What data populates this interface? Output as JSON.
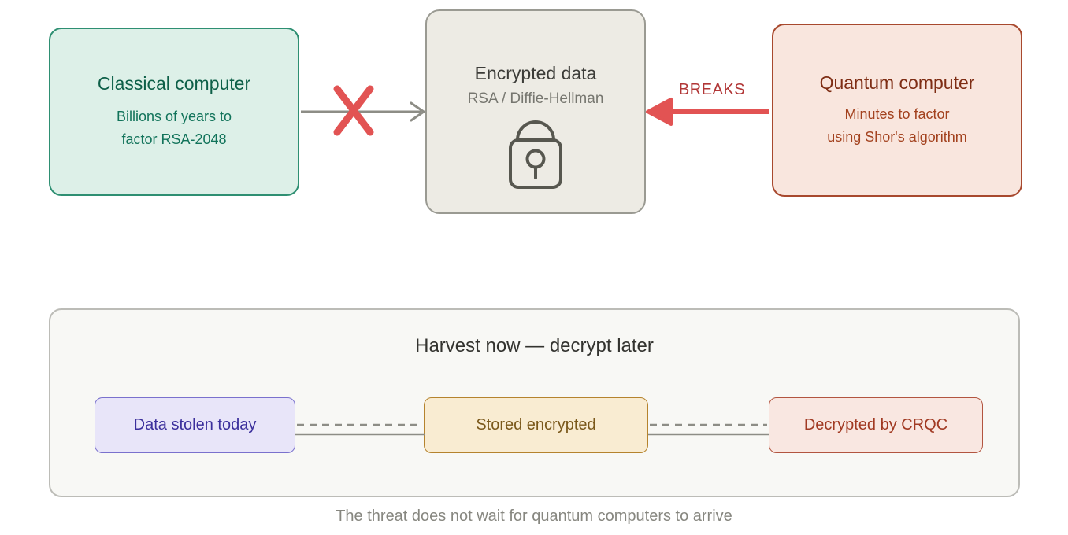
{
  "diagram": {
    "top_row": {
      "classical": {
        "title": "Classical computer",
        "subtitle_line1": "Billions of years to",
        "subtitle_line2": "factor RSA-2048"
      },
      "encrypted": {
        "title": "Encrypted data",
        "subtitle": "RSA / Diffie-Hellman",
        "icon": "lock-icon"
      },
      "quantum": {
        "title": "Quantum computer",
        "subtitle_line1": "Minutes to factor",
        "subtitle_line2": "using Shor's algorithm"
      },
      "blocked_arrow": {
        "icon": "x-mark-icon",
        "direction": "left-to-center"
      },
      "breaks_arrow": {
        "label": "BREAKS",
        "direction": "right-to-center"
      }
    },
    "harvest_panel": {
      "title": "Harvest now — decrypt later",
      "steps": [
        {
          "label": "Data stolen today"
        },
        {
          "label": "Stored encrypted"
        },
        {
          "label": "Decrypted by CRQC"
        }
      ]
    },
    "caption": "The threat does not wait for quantum computers to arrive",
    "colors": {
      "classical_bg": "#ddf0e8",
      "classical_border": "#2e8f72",
      "classical_text": "#0d5f48",
      "encrypted_bg": "#edebe4",
      "encrypted_border": "#9a9a92",
      "encrypted_title": "#3c3c38",
      "encrypted_subtitle": "#76766f",
      "quantum_bg": "#f9e6de",
      "quantum_border": "#a8492e",
      "quantum_title": "#7e2d14",
      "quantum_subtitle": "#a3421f",
      "arrow_gray": "#8d8d86",
      "arrow_red": "#e25353",
      "breaks_label": "#b13636",
      "panel_bg": "#f8f8f5",
      "panel_border": "#bcbcb7",
      "stolen_bg": "#e8e5f9",
      "stolen_border": "#7a71cd",
      "stolen_text": "#3b2f9c",
      "stored_bg": "#f9ecd2",
      "stored_border": "#b5832d",
      "stored_text": "#7a581b",
      "crqc_bg": "#f9e7e1",
      "crqc_border": "#b25540",
      "crqc_text": "#a13a23",
      "caption_text": "#878780",
      "lock_stroke": "#57574f"
    }
  }
}
